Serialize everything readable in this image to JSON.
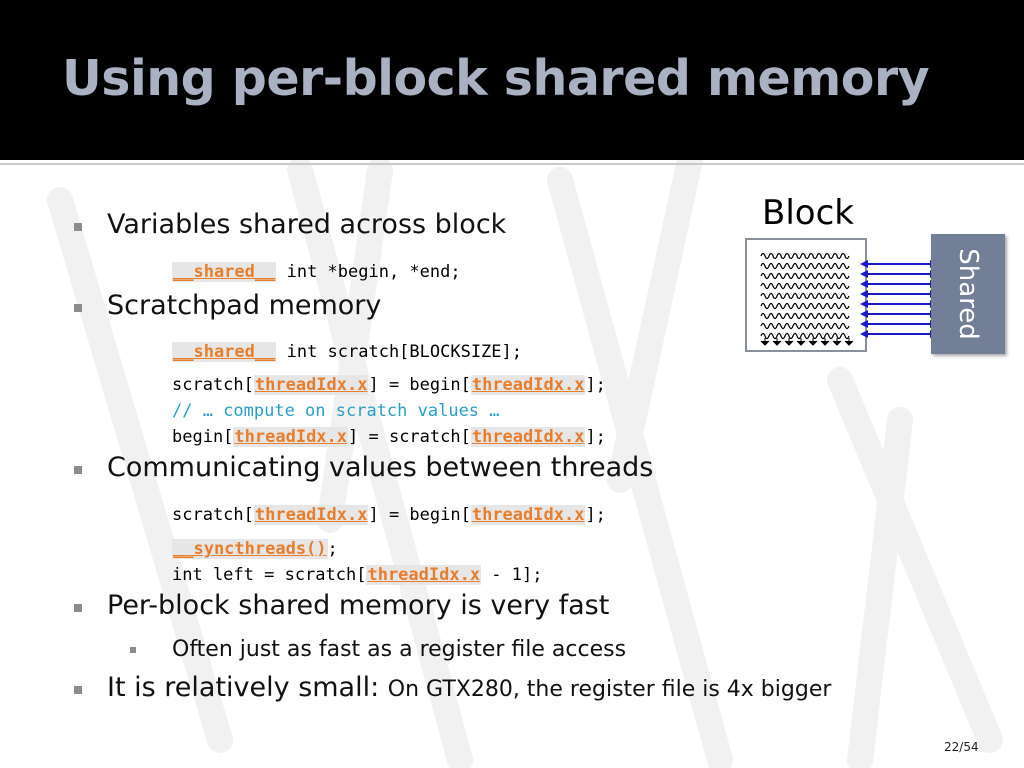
{
  "slide": {
    "title": "Using per-block shared memory",
    "page_number": "22/54"
  },
  "bullets": [
    {
      "text": "Variables shared across block"
    },
    {
      "text": "Scratchpad memory"
    },
    {
      "text": "Communicating values between threads"
    },
    {
      "text": "Per-block shared memory is very fast"
    },
    {
      "text": "Often just as fast as a register file access"
    },
    {
      "text": "It is relatively small:",
      "detail": "On GTX280, the register file is 4x bigger"
    }
  ],
  "code": {
    "shared_kw": "__shared__",
    "threadidx_kw": "threadIdx.x",
    "syncthreads_kw": "__syncthreads()",
    "decl_begin_end": " int *begin, *end;",
    "decl_scratch": " int scratch[BLOCKSIZE];",
    "scratch_open": "scratch[",
    "begin_open": "begin[",
    "eq_begin": "] = begin[",
    "eq_scratch": "] = scratch[",
    "close": "];",
    "comment": "// … compute on scratch values …",
    "semicolon": ";",
    "int_left": "int left = scratch[",
    "minus_one": " - 1];"
  },
  "diagram": {
    "block_label": "Block",
    "shared_label": "Shared",
    "arrow_color": "#1a1acc",
    "shared_color": "#737f96"
  }
}
